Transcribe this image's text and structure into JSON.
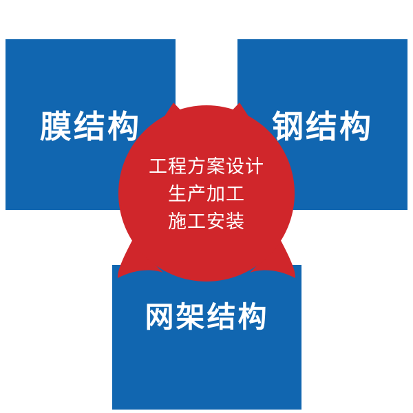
{
  "colors": {
    "blue": "#1166b0",
    "red": "#d0262b",
    "label_text": "#ffffff"
  },
  "boxes": {
    "membrane": {
      "label": "膜结构"
    },
    "steel": {
      "label": "钢结构"
    },
    "grid": {
      "label": "网架结构"
    }
  },
  "badge": {
    "lines": [
      "工程方案设计",
      "生产加工",
      "施工安装"
    ]
  }
}
